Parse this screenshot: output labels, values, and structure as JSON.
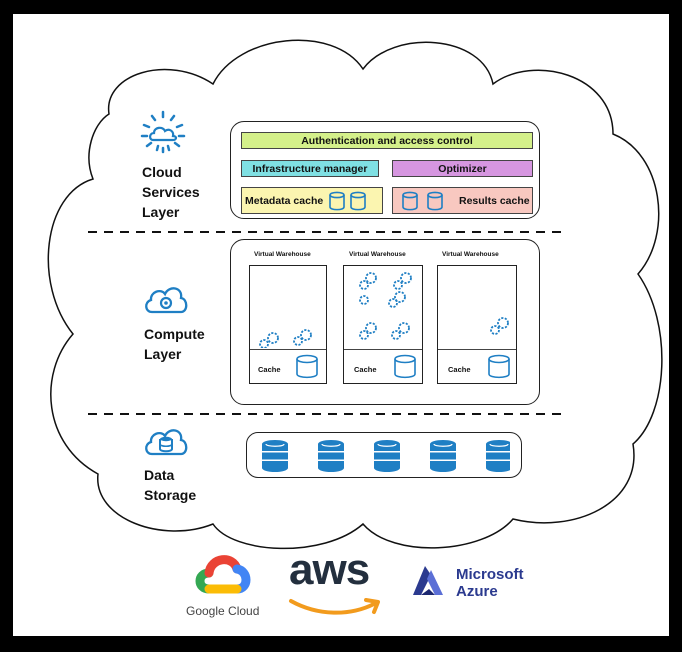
{
  "layers": {
    "cloud_services": {
      "label_line1": "Cloud",
      "label_line2": "Services",
      "label_line3": "Layer",
      "icon": "cloud-sun-icon"
    },
    "compute": {
      "label_line1": "Compute",
      "label_line2": "Layer",
      "icon": "cloud-gear-icon"
    },
    "storage": {
      "label_line1": "Data",
      "label_line2": "Storage",
      "icon": "cloud-database-icon"
    }
  },
  "services": {
    "auth": "Authentication and access control",
    "infra": "Infrastructure manager",
    "optimizer": "Optimizer",
    "metadata": "Metadata cache",
    "results": "Results cache"
  },
  "warehouses": [
    {
      "title": "Virtual Warehouse",
      "cache": "Cache"
    },
    {
      "title": "Virtual Warehouse",
      "cache": "Cache"
    },
    {
      "title": "Virtual Warehouse",
      "cache": "Cache"
    }
  ],
  "providers": {
    "google": "Google Cloud",
    "aws": "aws",
    "microsoft_line1": "Microsoft",
    "microsoft_line2": "Azure"
  },
  "colors": {
    "auth": "#d4f08a",
    "infra": "#7fe0e3",
    "optimizer": "#d696e0",
    "metadata": "#fbf5b0",
    "results": "#f8c8c0",
    "icon_blue": "#1f7fc4",
    "aws_orange": "#f29b1d",
    "azure_purple": "#2b3a8f"
  }
}
